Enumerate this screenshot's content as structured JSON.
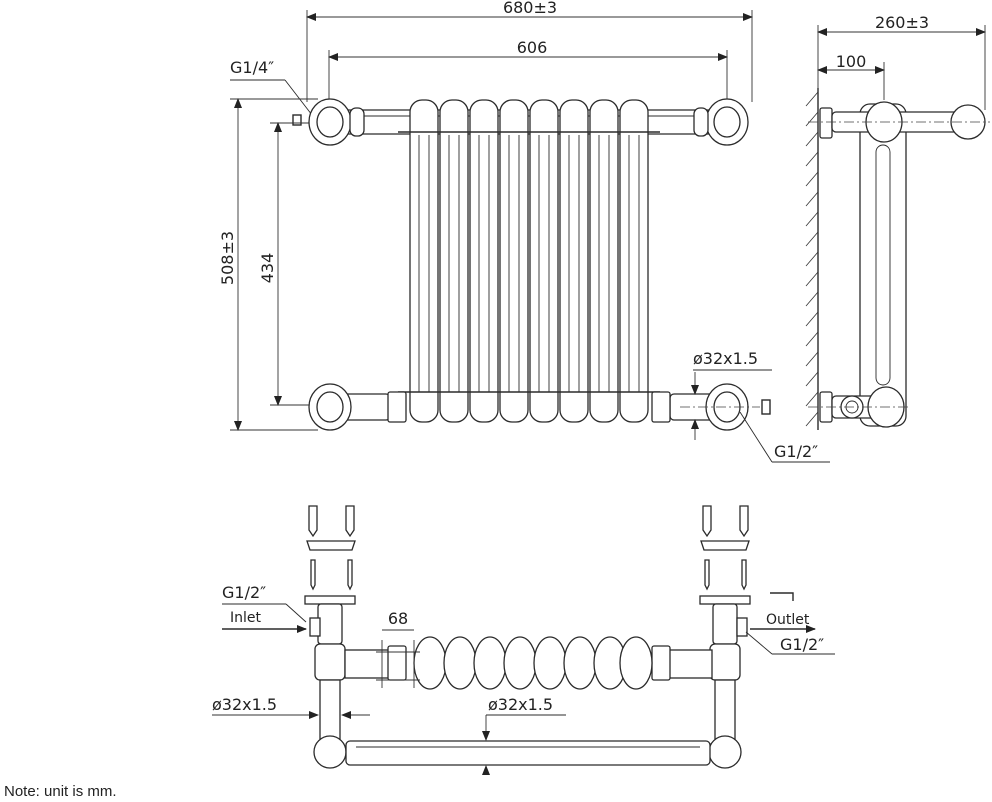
{
  "dimensions": {
    "overall_width": "680±3",
    "centres_width": "606",
    "overall_height": "508±3",
    "centres_height": "434",
    "projection": "260±3",
    "wall_offset": "100",
    "pipe_front": "ø32x1.5",
    "pipe_bottom_left": "ø32x1.5",
    "pipe_bottom_center": "ø32x1.5",
    "column_gap": "68"
  },
  "threads": {
    "air_vent": "G1/4″",
    "outlet_front": "G1/2″",
    "inlet_bottom": "G1/2″",
    "outlet_bottom": "G1/2″"
  },
  "labels": {
    "inlet": "Inlet",
    "outlet": "Outlet"
  },
  "note": "Note: unit is mm."
}
